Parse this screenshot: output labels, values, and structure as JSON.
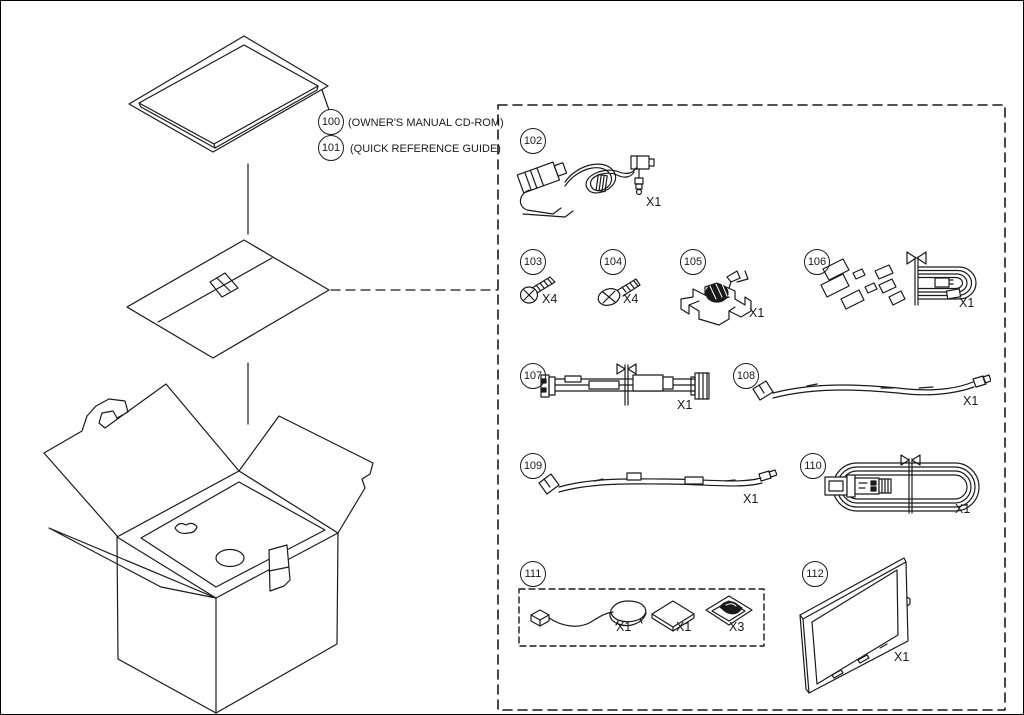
{
  "diagram": {
    "kind": "packaging-accessories-exploded-view",
    "line_color": "#1a1a1a",
    "background": "#ffffff"
  },
  "callouts": [
    {
      "num": "100",
      "label": "(OWNER'S MANUAL CD-ROM)"
    },
    {
      "num": "101",
      "label": "(QUICK REFERENCE GUIDE)"
    }
  ],
  "parts": [
    {
      "num": "102",
      "qty": "X1",
      "kind": "microphone-assembly"
    },
    {
      "num": "103",
      "qty": "X4",
      "kind": "pan-head-screw"
    },
    {
      "num": "104",
      "qty": "X4",
      "kind": "countersunk-screw"
    },
    {
      "num": "105",
      "qty": "X1",
      "kind": "mounting-clamp"
    },
    {
      "num": "106",
      "qty": "X1",
      "kind": "wiring-harness"
    },
    {
      "num": "107",
      "qty": "X1",
      "kind": "cable-assembly"
    },
    {
      "num": "108",
      "qty": "X1",
      "kind": "extension-cable"
    },
    {
      "num": "109",
      "qty": "X1",
      "kind": "extension-cable"
    },
    {
      "num": "110",
      "qty": "X1",
      "kind": "usb-cable"
    },
    {
      "num": "111",
      "kind": "gps-antenna-kit",
      "items": [
        {
          "qty": "X1",
          "kind": "gps-antenna"
        },
        {
          "qty": "X1",
          "kind": "mounting-plate"
        },
        {
          "qty": "X3",
          "kind": "cable-clamp"
        }
      ]
    },
    {
      "num": "112",
      "qty": "X1",
      "kind": "trim-bezel"
    }
  ]
}
